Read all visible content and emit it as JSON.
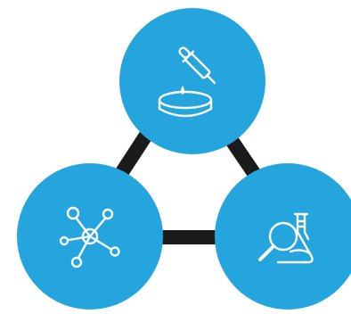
{
  "diagram": {
    "type": "triangle-cycle",
    "colors": {
      "node_fill": "#24a5de",
      "connector": "#1b1b1b",
      "icon": "#ffffff",
      "background": "#ffffff"
    },
    "nodes": [
      {
        "id": "top",
        "icon": "dropper-petri-dish-icon"
      },
      {
        "id": "left",
        "icon": "molecule-network-icon"
      },
      {
        "id": "right",
        "icon": "magnifier-flask-icon"
      }
    ],
    "connectors": [
      {
        "from": "top",
        "to": "left"
      },
      {
        "from": "top",
        "to": "right"
      },
      {
        "from": "left",
        "to": "right"
      }
    ]
  }
}
